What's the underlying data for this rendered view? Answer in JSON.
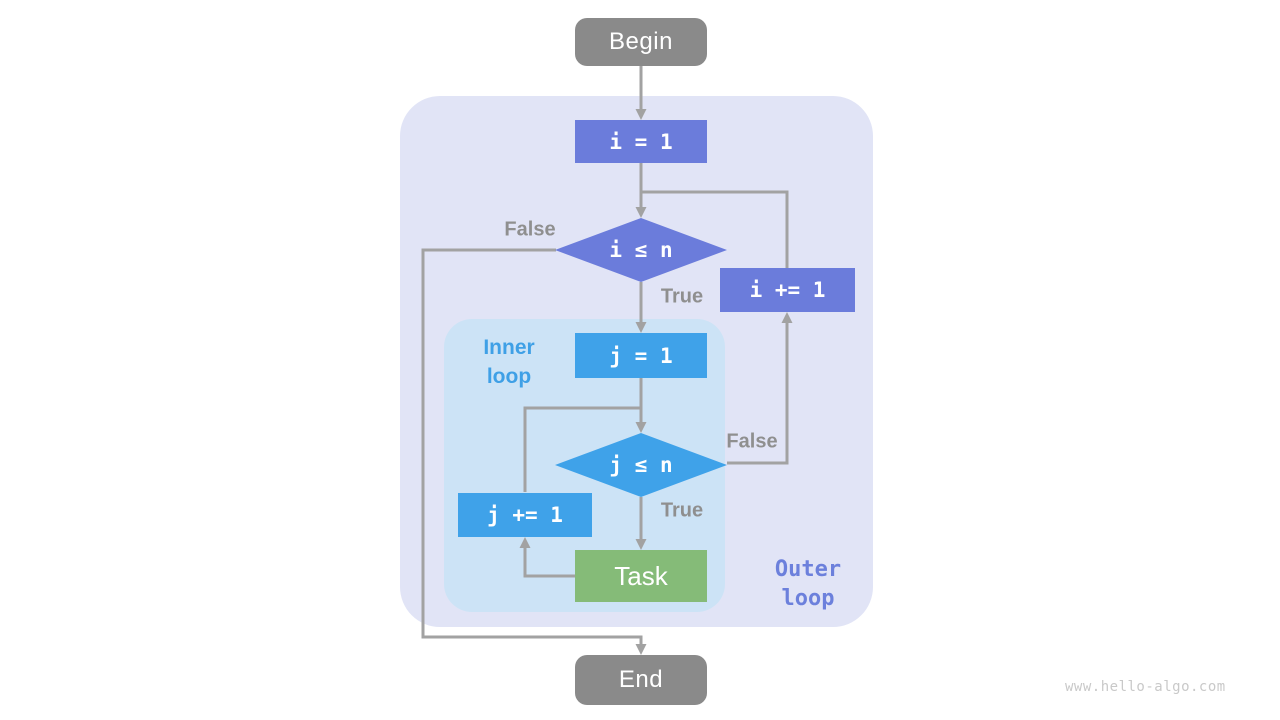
{
  "diagram": {
    "type": "flowchart",
    "description": "Nested loop flowchart",
    "nodes": {
      "begin": {
        "label": "Begin",
        "kind": "terminal"
      },
      "init_i": {
        "label": "i = 1",
        "kind": "process"
      },
      "cond_i": {
        "label": "i ≤ n",
        "kind": "decision"
      },
      "inc_i": {
        "label": "i += 1",
        "kind": "process"
      },
      "init_j": {
        "label": "j = 1",
        "kind": "process"
      },
      "cond_j": {
        "label": "j ≤ n",
        "kind": "decision"
      },
      "inc_j": {
        "label": "j += 1",
        "kind": "process"
      },
      "task": {
        "label": "Task",
        "kind": "process"
      },
      "end": {
        "label": "End",
        "kind": "terminal"
      }
    },
    "edge_labels": {
      "outer_false": "False",
      "outer_true": "True",
      "inner_false": "False",
      "inner_true": "True"
    },
    "regions": {
      "inner_loop": {
        "line1": "Inner",
        "line2": "loop"
      },
      "outer_loop": {
        "line1": "Outer",
        "line2": "loop"
      }
    },
    "watermark": "www.hello-algo.com"
  },
  "colors": {
    "outer_bg": "#E1E4F6",
    "inner_bg": "#CCE3F6",
    "purple": "#6B7CDB",
    "blue": "#3FA2E9",
    "green": "#85BB78",
    "terminal_bg": "#8A8A8A",
    "line": "#A2A2A2",
    "edge_label": "#8F8F8F",
    "inner_label": "#3FA0E6",
    "outer_label": "#6C80DC",
    "watermark": "#C9C9C9"
  }
}
